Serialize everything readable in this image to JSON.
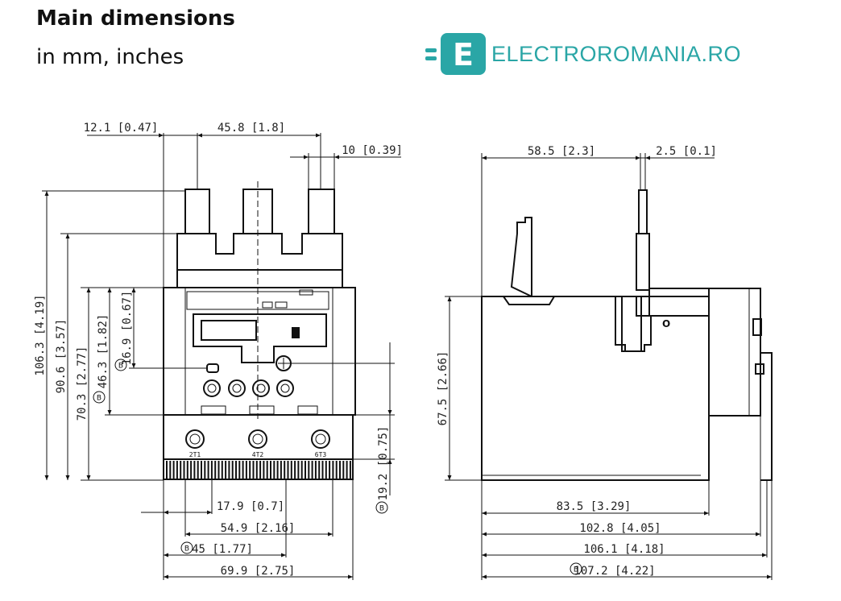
{
  "header": {
    "title": "Main dimensions",
    "subtitle": "in mm, inches"
  },
  "logo": {
    "mark": "E",
    "text": "ELECTROROMANIA.RO",
    "color": "#2aa6a6"
  },
  "callout_symbol": "B",
  "front_view": {
    "top_dims": [
      "12.1 [0.47]",
      "45.8 [1.8]",
      "10  [0.39]"
    ],
    "left_dims": [
      "106.3 [4.19]",
      "90.6 [3.57]",
      "70.3 [2.77]",
      "46.3 [1.82]",
      "16.9 [0.67]"
    ],
    "right_dims": [
      "19.2 [0.75]"
    ],
    "bottom_dims": [
      "17.9  [0.7]",
      "54.9 [2.16]",
      "45  [1.77]",
      "69.9 [2.75]"
    ],
    "terminal_labels": [
      "6T3",
      "4T2",
      "2T1"
    ]
  },
  "side_view": {
    "top_dims": [
      "58.5 [2.3]",
      "2.5 [0.1]"
    ],
    "left_dims": [
      "67.5 [2.66]"
    ],
    "bottom_dims": [
      "83.5 [3.29]",
      "102.8 [4.05]",
      "106.1 [4.18]",
      "107.2 [4.22]"
    ],
    "marker": "O"
  }
}
